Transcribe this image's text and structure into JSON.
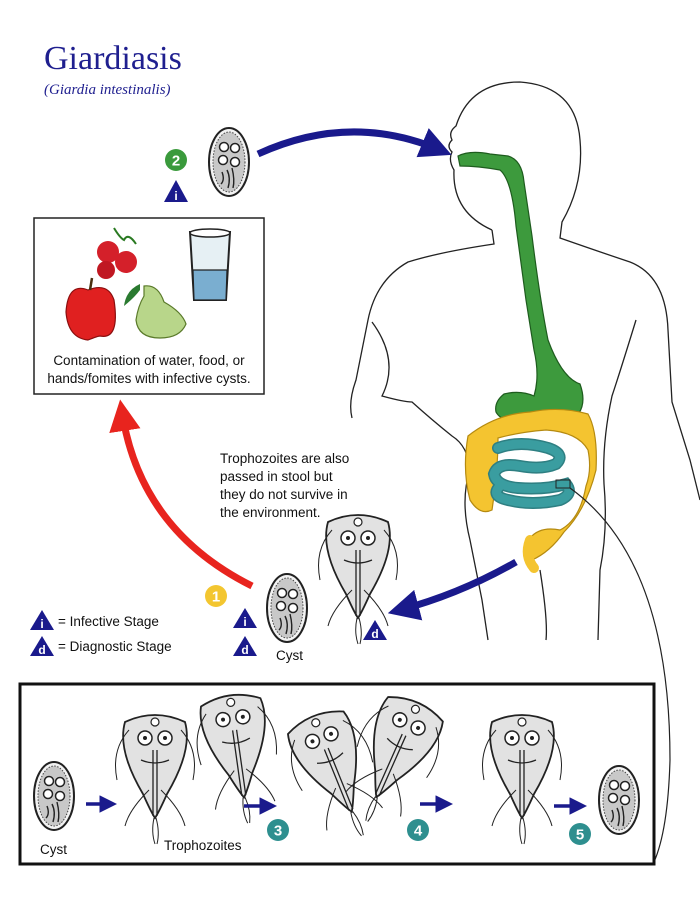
{
  "title": "Giardiasis",
  "subtitle": "(Giardia intestinalis)",
  "contamination_text_line1": "Contamination of water, food, or",
  "contamination_text_line2": "hands/fomites with infective cysts.",
  "trophozoite_note": [
    "Trophozoites are also",
    "passed in stool but",
    "they do not survive in",
    "the environment."
  ],
  "legend": {
    "infective_symbol": "i",
    "infective_label": "= Infective Stage",
    "diagnostic_symbol": "d",
    "diagnostic_label": "= Diagnostic Stage"
  },
  "stage_labels": {
    "cyst_top": "Cyst",
    "cyst_bottom": "Cyst",
    "trophozoites": "Trophozoites"
  },
  "steps": [
    "1",
    "2",
    "3",
    "4",
    "5"
  ],
  "colors": {
    "title": "#1f1f8f",
    "arrow_blue": "#1a1a8c",
    "arrow_red": "#e8241e",
    "step_green": "#3a9a3c",
    "step_yellow": "#f3c630",
    "step_teal": "#2e8f8f",
    "esophagus": "#3d9a3d",
    "small_intestine": "#3a9da0",
    "large_intestine": "#f4c430"
  }
}
